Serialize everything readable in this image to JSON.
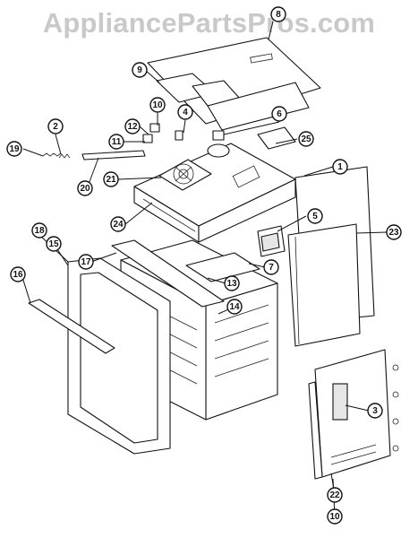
{
  "watermark": "AppliancePartsPros.com",
  "callouts": [
    "8",
    "9",
    "2",
    "10",
    "4",
    "6",
    "12",
    "11",
    "19",
    "25",
    "1",
    "21",
    "20",
    "24",
    "5",
    "18",
    "15",
    "23",
    "17",
    "7",
    "16",
    "13",
    "14",
    "3",
    "22",
    "10"
  ]
}
